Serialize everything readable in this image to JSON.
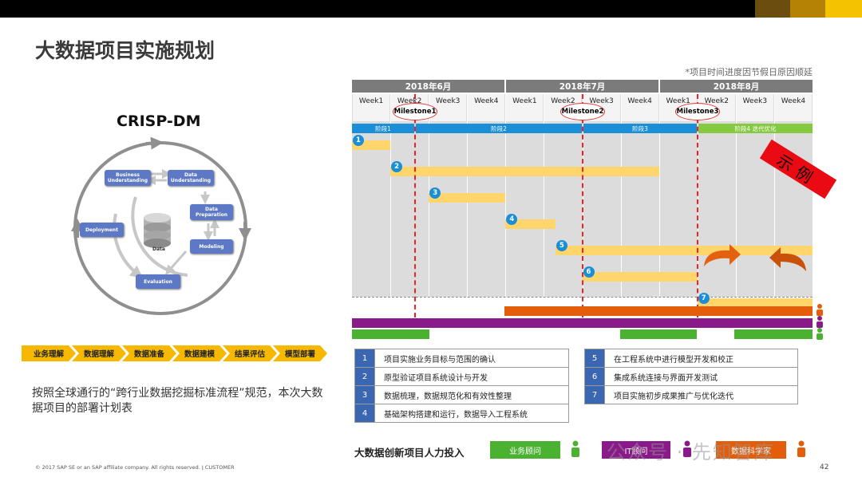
{
  "header": {
    "title": "大数据项目实施规划",
    "note": "*项目时间进度因节假日原因顺延",
    "colors": {
      "bar": "#000000",
      "seg1": "#6b4e0f",
      "seg2": "#b58205",
      "seg3": "#f4c200"
    }
  },
  "crisp": {
    "title": "CRISP-DM",
    "boxes": {
      "business": "Business Understanding",
      "data_understanding": "Data Understanding",
      "preparation": "Data Preparation",
      "modeling": "Modeling",
      "evaluation": "Evaluation",
      "deployment": "Deployment"
    },
    "center_label": "Data"
  },
  "phases": [
    "业务理解",
    "数据理解",
    "数据准备",
    "数据建模",
    "结果评估",
    "模型部署"
  ],
  "description": "按照全球通行的“跨行业数据挖掘标准流程”规范，本次大数据项目的部署计划表",
  "gantt": {
    "months": [
      "2018年6月",
      "2018年7月",
      "2018年8月"
    ],
    "weeks": [
      "Week1",
      "Week2",
      "Week3",
      "Week4",
      "Week1",
      "Week2",
      "Week3",
      "Week4",
      "Week1",
      "Week2",
      "Week3",
      "Week4"
    ],
    "milestones": [
      "Milestone1",
      "Milestone2",
      "Milestone3"
    ],
    "stages": [
      "阶段1",
      "阶段2",
      "阶段3",
      "阶段4 迭代优化"
    ],
    "tasks": [
      {
        "id": "1",
        "start": 0,
        "end": 1
      },
      {
        "id": "2",
        "start": 1,
        "end": 8
      },
      {
        "id": "3",
        "start": 2,
        "end": 4
      },
      {
        "id": "4",
        "start": 4,
        "end": 5.3
      },
      {
        "id": "5",
        "start": 5.3,
        "end": 12
      },
      {
        "id": "6",
        "start": 6,
        "end": 9
      },
      {
        "id": "7",
        "start": 9,
        "end": 12
      }
    ],
    "stamp": "示例"
  },
  "legend": {
    "left": [
      {
        "num": "1",
        "text": "项目实施业务目标与范围的确认"
      },
      {
        "num": "2",
        "text": "原型验证项目系统设计与开发"
      },
      {
        "num": "3",
        "text": "数据梳理，数据规范化和有效性整理"
      },
      {
        "num": "4",
        "text": "基础架构搭建和运行，数据导入工程系统"
      }
    ],
    "right": [
      {
        "num": "5",
        "text": "在工程系统中进行模型开发和校正"
      },
      {
        "num": "6",
        "text": "集成系统连接与界面开发测试"
      },
      {
        "num": "7",
        "text": "项目实施初步成果推广与优化迭代"
      }
    ]
  },
  "resources": {
    "title": "大数据创新项目人力投入",
    "roles": [
      {
        "label": "业务顾问",
        "color": "#4ab131"
      },
      {
        "label": "IT顾问",
        "color": "#8a1a8a"
      },
      {
        "label": "数据科学家",
        "color": "#e35d0b"
      }
    ]
  },
  "watermark": "公众号 · 先知智库",
  "footer": {
    "copyright": "© 2017 SAP SE or an SAP affiliate company. All rights reserved.  ǀ  CUSTOMER",
    "page": "42"
  }
}
